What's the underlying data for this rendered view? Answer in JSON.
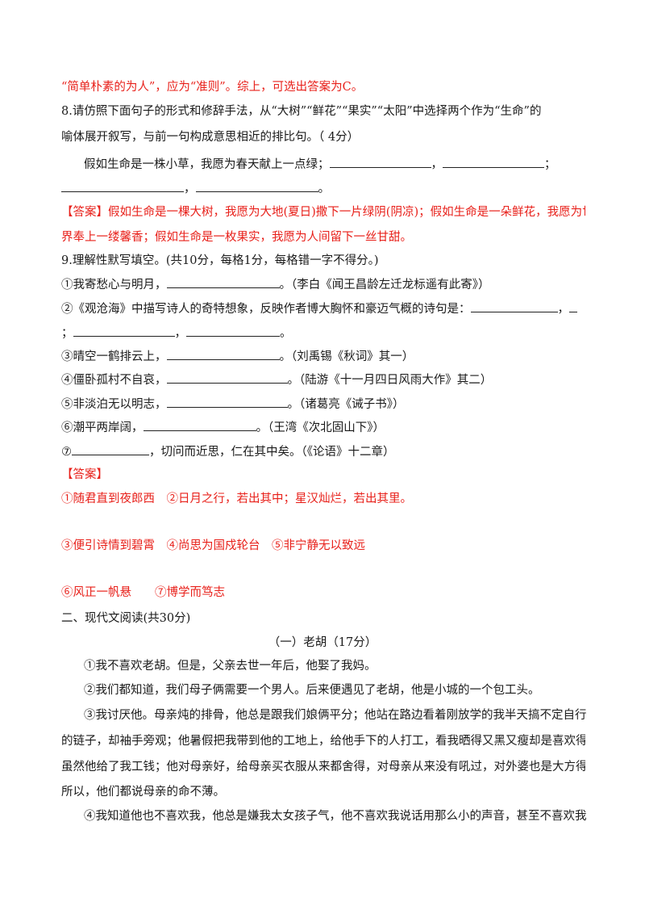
{
  "q7_tail": "“简单朴素的为人”，应为“准则”。综上，可选出答案为C。",
  "q8": {
    "prompt_line1_a": "8.请仿照下面句子的形式和修辞手法，从“大树”“鲜花”“果实”“太阳”中选择",
    "prompt_emph1": "两",
    "prompt_emph2": "个",
    "prompt_line1_b": "作为“生命”的",
    "prompt_line2": "喻体展开叙写，与前一句构成意思相近的排比句。（ 4分）",
    "example": "假如生命是一株小草，我愿为春天献上一点绿；",
    "sep_comma": "，",
    "sep_semicolon": "；",
    "end_period": "。",
    "answer_line1": "【答案】假如生命是一棵大树，我愿为大地(夏日)撒下一片绿阴(阴凉)；假如生命是一朵鲜花，我愿为世",
    "answer_line2": "界奉上一缕馨香；假如生命是一枚果实，我愿为人间留下一丝甘甜。"
  },
  "q9": {
    "prompt": "9.理解性默写填空。(共10分，每格1分，每格错一字不得分。)",
    "items": [
      {
        "pre": "①我寄愁心与明月，",
        "post": "。（李白《闻王昌龄左迁龙标遥有此寄》）"
      },
      {
        "pre": "②《观沧海》中描写诗人的奇特想象，反映作者博大胸怀和豪迈气概的诗句是：",
        "mid": "，",
        "post": ""
      },
      {
        "pre": "；",
        "mid": "，",
        "post": "。"
      },
      {
        "pre": "③晴空一鹤排云上，",
        "post": "。（刘禹锡《秋词》其一）"
      },
      {
        "pre": "④僵卧孤村不自哀，",
        "post": "。（陆游《十一月四日风雨大作》其二）"
      },
      {
        "pre": "⑤非淡泊无以明志，",
        "post": "。（诸葛亮《诫子书》）"
      },
      {
        "pre": "⑥潮平两岸阔，",
        "post": "。（王湾《次北固山下》）"
      },
      {
        "pre": "⑦",
        "post": "，切问而近思，仁在其中矣。（《论语》十二章）"
      }
    ],
    "answer_label": "【答案】",
    "answers_row1": "①随君直到夜郎西　②日月之行，若出其中；星汉灿烂，若出其里。",
    "answers_row2": "③便引诗情到碧霄　④尚思为国戍轮台　⑤非宁静无以致远",
    "answers_row3": "⑥风正一帆悬　　⑦博学而笃志"
  },
  "section2": {
    "heading": "二、现代文阅读(共30分)",
    "subheading": "（一）老胡（17分）",
    "p1": "①我不喜欢老胡。但是，父亲去世一年后，他娶了我妈。",
    "p2": "②我们都知道，我们母子俩需要一个男人。后来便遇见了老胡，他是小城的一个包工头。",
    "p3_l1": "③我讨厌他。母亲炖的排骨，他总是跟我们娘俩平分；他站在路边看着刚放学的我半天搞不定自行车",
    "p3_l2": "的链子，却袖手旁观；他暑假把我带到他的工地上，给他手下的人打工，看我晒得又黑又瘦却是喜欢得很，",
    "p3_l3": "虽然他给了我工钱；他对母亲好，给母亲买衣服从来都舍得，对母亲从来没有吼过，对外婆也是大方得很，",
    "p3_l4": "所以，他们都说母亲的命不薄。",
    "p4_l1": "④我知道他也不喜欢我，他总是嫌我太女孩子气，他不喜欢我说话用那么小的声音，甚至不喜欢我白"
  }
}
